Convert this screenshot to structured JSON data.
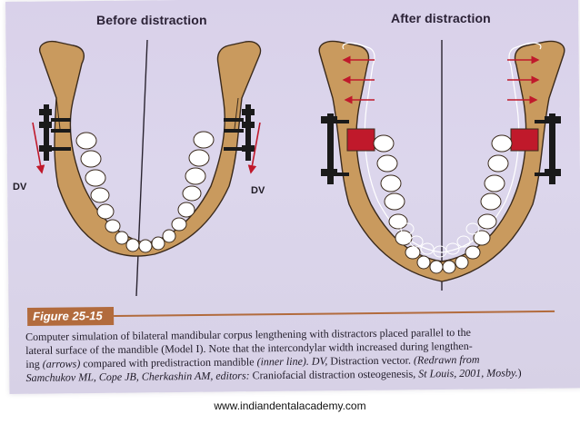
{
  "figure": {
    "before_title": "Before distraction",
    "after_title": "After distraction",
    "dv_left": "DV",
    "dv_right": "DV",
    "label": "Figure 25-15"
  },
  "caption": {
    "line1": "Computer simulation of bilateral mandibular corpus lengthening with distractors placed parallel to the",
    "line2": "lateral surface of the mandible (Model I). Note that the intercondylar width increased during lengthen-",
    "line3_a": "ing ",
    "line3_arrows": "(arrows)",
    "line3_b": " compared with predistraction mandible ",
    "line3_inner": "(inner line). DV,",
    "line3_c": " Distraction vector. ",
    "line3_redrawn": "(Redrawn from",
    "line4_authors": "Samchukov ML, Cope JB, Cherkashin AM, editors:",
    "line4_b": " Craniofacial distraction osteogenesis, ",
    "line4_place": "St Louis, 2001, Mosby.",
    "line4_end": ")"
  },
  "footer": {
    "website": "www.indiandentalacademy.com"
  },
  "colors": {
    "bone": "#c99a5e",
    "bone_outline": "#3a2a1c",
    "tooth": "#ffffff",
    "distractor": "#1a1a1a",
    "regenerate": "#c0192b",
    "arrow": "#c0192b",
    "accent": "#b26b3d",
    "paper": "#d9d1ea"
  }
}
